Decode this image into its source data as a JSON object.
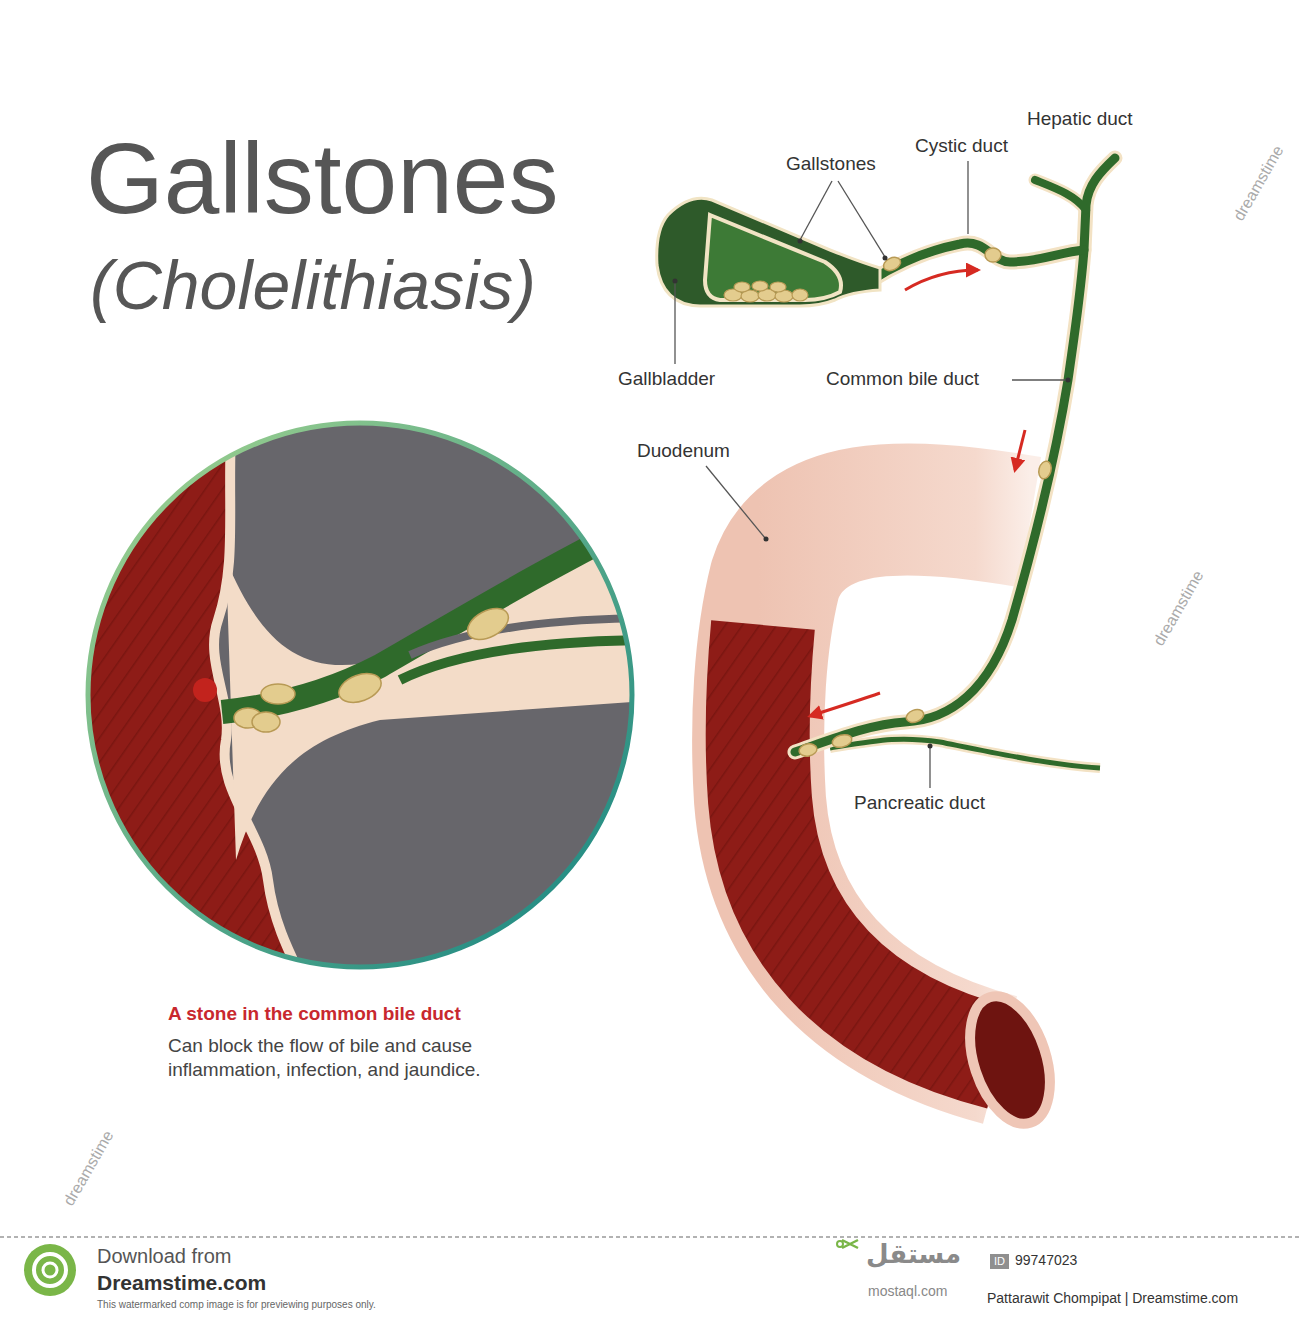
{
  "diagram": {
    "title": "Gallstones",
    "labels": [
      "(Cholelithiasis)",
      "Hepatic duct",
      "Cystic duct",
      "Gallstones",
      "Gallbladder",
      "Common bile duct",
      "Duodenum",
      "Pancreatic duct",
      "A stone in the common bile duct",
      "Can block the flow of bile and cause inflammation, infection, and jaundice.",
      "Download from",
      "Dreamstime.com",
      "This watermarked comp image is for previewing purposes only.",
      "مستقل",
      "mostaql.com",
      "ID",
      "99747023",
      "Pattarawit Chompipat | Dreamstime.com",
      "dreamstime",
      "dreamstime",
      "dreamstime"
    ]
  }
}
